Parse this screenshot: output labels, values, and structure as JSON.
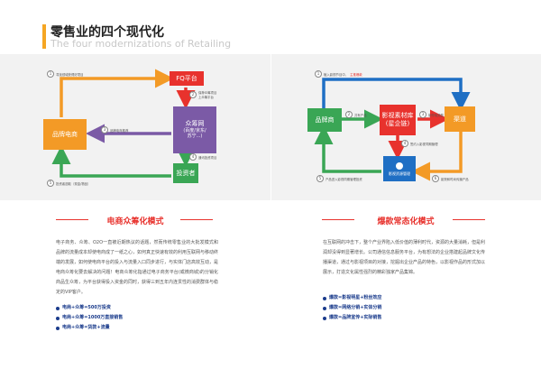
{
  "header": {
    "title": "零售业的四个现代化",
    "subtitle": "The four modernizations of Retailing",
    "accent_color": "#f5a623"
  },
  "left_diagram": {
    "nodes": {
      "fq": "FQ平台",
      "ecommerce": "品牌电商",
      "crowdfund_l1": "众筹网",
      "crowdfund_l2": "(百度/京东/",
      "crowdfund_l3": "苏宁...)",
      "investor": "投资者"
    },
    "labels": {
      "c1": {
        "num": "1",
        "text": "寻找领域获得好项目"
      },
      "c2": {
        "num": "2",
        "text": "保荐众筹项目",
        "text2": "上众筹平台"
      },
      "c3": {
        "num": "3",
        "text_pre": "品牌电商推荐",
        "highlight": "推荐"
      },
      "c4": {
        "num": "4",
        "text": "通讯投资项目"
      },
      "c5": {
        "num": "5",
        "text": "投资者选取（现金/物品）"
      }
    },
    "colors": {
      "orange": "#f39a26",
      "red": "#e8322d",
      "purple": "#7b5aa6",
      "green": "#3aa655"
    }
  },
  "right_diagram": {
    "nodes": {
      "brand": "品牌商",
      "media_l1": "影视素材库",
      "media_l2": "(星企链)",
      "channel": "渠道",
      "resource": "影视资源管理"
    },
    "labels": {
      "c1": {
        "num": "1",
        "text_pre": "植入影视节目中，",
        "highlight": "主推爆款"
      },
      "c2": {
        "num": "2",
        "text": "共有产品"
      },
      "c3": {
        "num": "3",
        "text": "制作相关剧"
      },
      "c4": {
        "num": "4",
        "text": "签约入影视同期管理"
      },
      "c5": {
        "num": "5",
        "text": "产品进入影视同期管理投资"
      },
      "c6": {
        "num": "6",
        "text": "影院和时尚传播产品"
      }
    },
    "colors": {
      "blue": "#1f6fc4",
      "red": "#e8322d",
      "green": "#3aa655",
      "orange": "#f39a26"
    }
  },
  "left_section": {
    "heading": "电商众筹化模式",
    "paragraph": "电子商务、众筹、O2O一直被近期热议的话题，然而传统零售业的大批发模式和品牌的流量成本却使电商成了一纸之心，如何真正快速有效的利用互联网与移动终端的发展，如何使电商平台的投入与流量入口同步进行，与实体门店高效互动，是电商众筹化要去解决的问题！电商众筹化指通过电子商务平台(或微商城)的分销化商品生众筹，为平台获得投入资金的同时，获得三到五年内连贯性的消费群体与稳定的VIP客户。",
    "bullets": [
      "电商+众筹=500万投资",
      "电商+众筹=1000万直接销售",
      "电商+众筹=货款+流量"
    ]
  },
  "right_section": {
    "heading": "爆款常态化模式",
    "paragraph": "在互联网的冲击下，整个产业界陷入低价值的薄利时代，资源的大量消耗，但是利润却没得到显著增长。公司通信信息服务平台，为有想法的企业搭建起品牌文化传播渠道，通过与影视项目的对接，挖掘出企业产品的特色，以影视作品的形式加以展示，打造文化属性强烈的精彩独家产品集锦。",
    "bullets": [
      "爆款=影视明星+粉丝效应",
      "爆款=网络分销+实体分销",
      "爆款=品牌宣传+实际销售"
    ]
  }
}
